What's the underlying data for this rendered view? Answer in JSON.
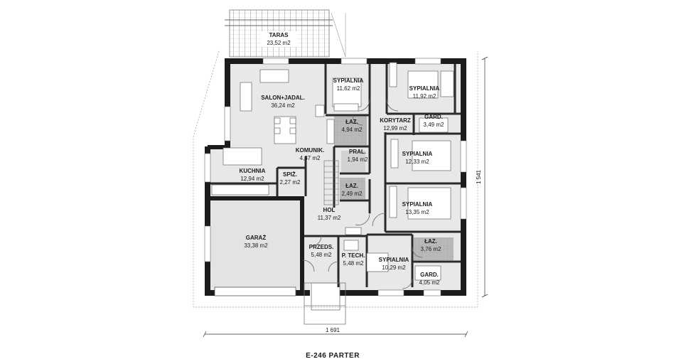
{
  "plan_title": "E-246 PARTER",
  "dimensions": {
    "width": "1 691",
    "depth": "1 541"
  },
  "rooms": [
    {
      "id": "taras",
      "name": "TARAS",
      "area": "23,52 m2"
    },
    {
      "id": "salon",
      "name": "SALON+JADAL.",
      "area": "36,24 m2"
    },
    {
      "id": "kuchnia",
      "name": "KUCHNIA",
      "area": "12,94 m2"
    },
    {
      "id": "spiz",
      "name": "SPIŻ.",
      "area": "2,27 m2"
    },
    {
      "id": "komunik",
      "name": "KOMUNIK.",
      "area": "4,37 m2"
    },
    {
      "id": "pral",
      "name": "PRAL.",
      "area": "1,94 m2"
    },
    {
      "id": "laz2",
      "name": "ŁAZ.",
      "area": "2,49 m2"
    },
    {
      "id": "hol",
      "name": "HOL",
      "area": "11,37 m2"
    },
    {
      "id": "garaz",
      "name": "GARAŻ",
      "area": "33,38 m2"
    },
    {
      "id": "przeds",
      "name": "PRZEDS.",
      "area": "5,48 m2"
    },
    {
      "id": "ptech",
      "name": "P. TECH.",
      "area": "5,48 m2"
    },
    {
      "id": "syp1",
      "name": "SYPIALNIA",
      "area": "11,62 m2"
    },
    {
      "id": "syp2",
      "name": "SYPIALNIA",
      "area": "11,92 m2"
    },
    {
      "id": "laz1",
      "name": "ŁAZ.",
      "area": "4,94 m2"
    },
    {
      "id": "korytarz",
      "name": "KORYTARZ",
      "area": "12,99 m2"
    },
    {
      "id": "gard1",
      "name": "GARD.",
      "area": "3,49 m2"
    },
    {
      "id": "syp3",
      "name": "SYPIALNIA",
      "area": "12,33 m2"
    },
    {
      "id": "syp4",
      "name": "SYPIALNIA",
      "area": "13,35 m2"
    },
    {
      "id": "laz3",
      "name": "ŁAZ.",
      "area": "3,76 m2"
    },
    {
      "id": "syp5",
      "name": "SYPIALNIA",
      "area": "10,29 m2"
    },
    {
      "id": "gard2",
      "name": "GARD.",
      "area": "4,05 m2"
    }
  ],
  "colors": {
    "wall": "#1c1c1c",
    "floor": "#e8e8e8",
    "garage": "#e3e3e3",
    "bath": "#bdbdbd",
    "line": "#555555"
  }
}
